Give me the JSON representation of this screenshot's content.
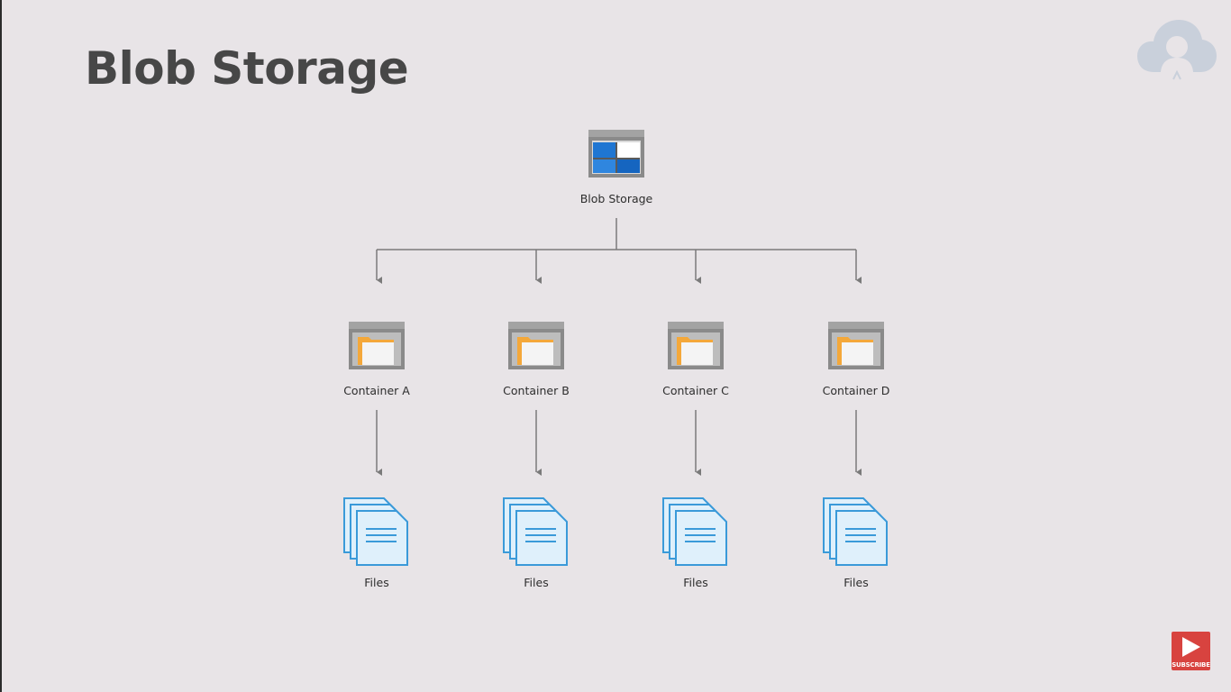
{
  "slide": {
    "title": "Blob Storage"
  },
  "diagram": {
    "root": {
      "label": "Blob Storage",
      "icon": "storage-account-icon"
    },
    "containers": [
      {
        "label": "Container A",
        "icon": "container-folder-icon",
        "child": {
          "label": "Files",
          "icon": "files-stack-icon"
        }
      },
      {
        "label": "Container B",
        "icon": "container-folder-icon",
        "child": {
          "label": "Files",
          "icon": "files-stack-icon"
        }
      },
      {
        "label": "Container C",
        "icon": "container-folder-icon",
        "child": {
          "label": "Files",
          "icon": "files-stack-icon"
        }
      },
      {
        "label": "Container D",
        "icon": "container-folder-icon",
        "child": {
          "label": "Files",
          "icon": "files-stack-icon"
        }
      }
    ]
  },
  "overlay": {
    "logo_icon": "cloud-person-logo-icon",
    "subscribe_label": "SUBSCRIBE",
    "subscribe_icon": "play-icon"
  },
  "colors": {
    "background": "#e8e4e7",
    "title_text": "#474747",
    "connector": "#7a7a7a",
    "storage_blue": "#1f76d2",
    "folder_orange": "#f4a83a",
    "file_blue": "#3a9ad9",
    "file_fill": "#dff0fb",
    "subscribe_red": "#d8433f"
  }
}
